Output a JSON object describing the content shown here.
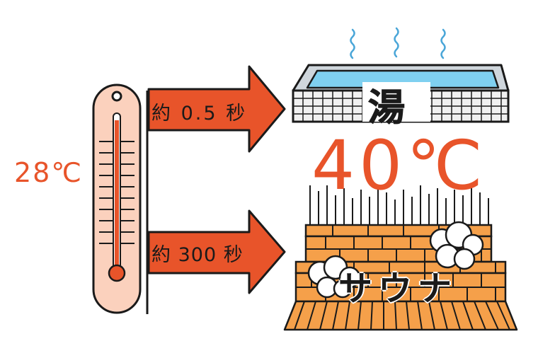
{
  "colors": {
    "accent_orange": "#e8542a",
    "thermometer_fill": "#fbd1bd",
    "water_blue": "#7fd0f0",
    "sauna_orange": "#f5a04a",
    "outline": "#1a1a1a"
  },
  "thermometer": {
    "temperature_label": "28℃"
  },
  "arrows": [
    {
      "label": "約 0.5 秒"
    },
    {
      "label": "約 300 秒"
    }
  ],
  "bath": {
    "label": "湯"
  },
  "target": {
    "temperature_label": "40℃"
  },
  "sauna": {
    "label": "サウナ"
  }
}
